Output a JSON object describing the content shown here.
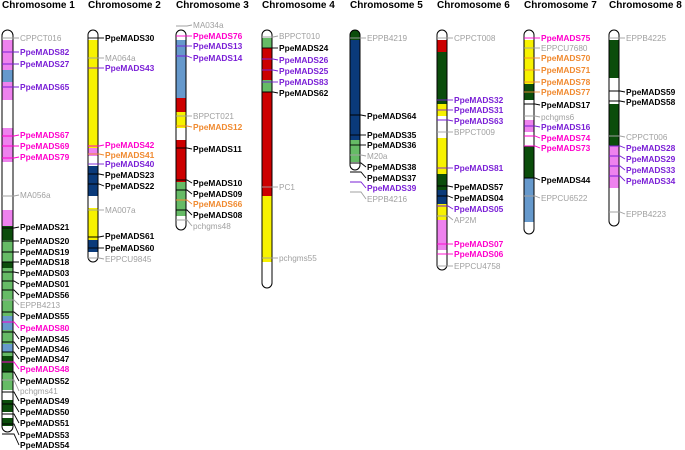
{
  "colors": {
    "pink": "#ee82ee",
    "lightblue": "#6699cc",
    "lightgreen": "#66bb66",
    "darkgreen": "#0b4d0b",
    "yellow": "#f7f200",
    "red": "#cc0000",
    "navy": "#0a3a7a",
    "black_label": "#000000",
    "purple_label": "#7a1fd6",
    "magenta_label": "#ff00cc",
    "orange_label": "#f08a30",
    "gray_label": "#a0a0a0"
  },
  "chromosomes": [
    {
      "title": "Chromosome 1"
    },
    {
      "title": "Chromosome 2"
    },
    {
      "title": "Chromosome 3"
    },
    {
      "title": "Chromosome 4"
    },
    {
      "title": "Chromosome 5"
    },
    {
      "title": "Chromosome 6"
    },
    {
      "title": "Chromosome 7"
    },
    {
      "title": "Chromosome 8"
    }
  ],
  "labels": {
    "c1": [
      "CPPCT016",
      "PpeMADS82",
      "PpeMADS27",
      "PpeMADS65",
      "PpeMADS67",
      "PpeMADS69",
      "PpeMADS79",
      "MA056a",
      "PpeMADS21",
      "PpeMADS20",
      "PpeMADS19",
      "PpeMADS18",
      "PpeMADS03",
      "PpeMADS01",
      "PpeMADS56",
      "EPPB4213",
      "PpeMADS55",
      "PpeMADS80",
      "PpeMADS45",
      "PpeMADS46",
      "PpeMADS47",
      "PpeMADS48",
      "PpeMADS52",
      "pchgms41",
      "PpeMADS49",
      "PpeMADS50",
      "PpeMADS51",
      "PpeMADS53",
      "PpeMADS54"
    ],
    "c2": [
      "PpeMADS30",
      "MA064a",
      "PpeMADS43",
      "PpeMADS42",
      "PpeMADS41",
      "PpeMADS40",
      "PpeMADS23",
      "PpeMADS22",
      "MA007a",
      "PpeMADS61",
      "PpeMADS60",
      "EPPCU9845"
    ],
    "c3": [
      "MA034a",
      "PpeMADS76",
      "PpeMADS13",
      "PpeMADS14",
      "BPPCT021",
      "PpeMADS12",
      "PpeMADS11",
      "PpeMADS10",
      "PpeMADS09",
      "PpeMADS66",
      "PpeMADS08",
      "pchgms48"
    ],
    "c4": [
      "BPPCT010",
      "PpeMADS24",
      "PpeMADS26",
      "PpeMADS25",
      "PpeMADS83",
      "PpeMADS62",
      "PC1",
      "pchgms55"
    ],
    "c5": [
      "EPPB4219",
      "PpeMADS64",
      "PpeMADS35",
      "PpeMADS36",
      "M20a",
      "PpeMADS38",
      "PpeMADS37",
      "PpeMADS39",
      "EPPB4216"
    ],
    "c6": [
      "CPPCT008",
      "PpeMADS32",
      "PpeMADS31",
      "PpeMADS63",
      "BPPCT009",
      "PpeMADS81",
      "PpeMADS57",
      "PpeMADS04",
      "PpeMADS05",
      "AP2M",
      "PpeMADS07",
      "PpeMADS06",
      "EPPCU4758"
    ],
    "c7": [
      "PpeMADS75",
      "EPPCU7680",
      "PpeMADS70",
      "PpeMADS71",
      "PpeMADS78",
      "PpeMADS77",
      "PpeMADS17",
      "pchgms6",
      "PpeMADS16",
      "PpeMADS74",
      "PpeMADS73",
      "PpeMADS44",
      "EPPCU6522"
    ],
    "c8": [
      "EPPB4225",
      "PpeMADS59",
      "PpeMADS58",
      "CPPCT006",
      "PpeMADS28",
      "PpeMADS29",
      "PpeMADS33",
      "PpeMADS34",
      "EPPB4223"
    ]
  }
}
